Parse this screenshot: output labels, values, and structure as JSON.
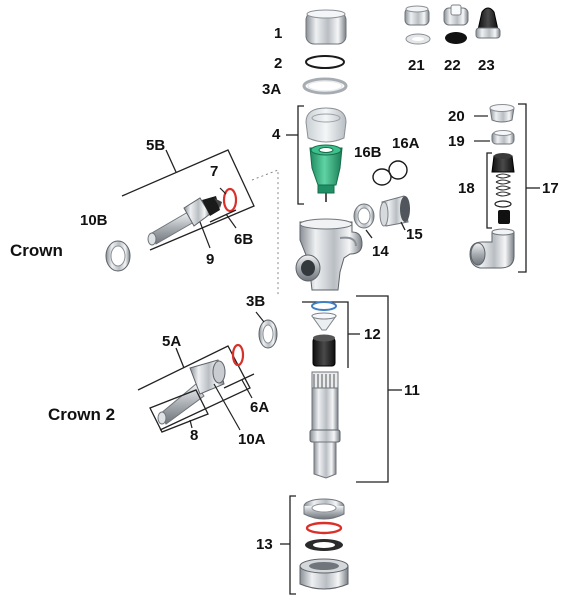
{
  "section_titles": {
    "crown": "Crown",
    "crown_2": "Crown 2"
  },
  "labels": {
    "p1": "1",
    "p2": "2",
    "p3a": "3A",
    "p3b": "3B",
    "p4": "4",
    "p5a": "5A",
    "p5b": "5B",
    "p6a": "6A",
    "p6b": "6B",
    "p7": "7",
    "p8": "8",
    "p9": "9",
    "p10a": "10A",
    "p10b": "10B",
    "p11": "11",
    "p12": "12",
    "p13": "13",
    "p14": "14",
    "p15": "15",
    "p16a": "16A",
    "p16b": "16B",
    "p17": "17",
    "p18": "18",
    "p19": "19",
    "p20": "20",
    "p21": "21",
    "p22": "22",
    "p23": "23"
  },
  "colors": {
    "chrome": "#c8ccd0",
    "chrome_dark": "#7d8389",
    "green": "#2fae7c",
    "red_oring": "#d9302a",
    "blue_ring": "#3f7fc4",
    "black": "#1a1a1a",
    "line": "#222222"
  }
}
